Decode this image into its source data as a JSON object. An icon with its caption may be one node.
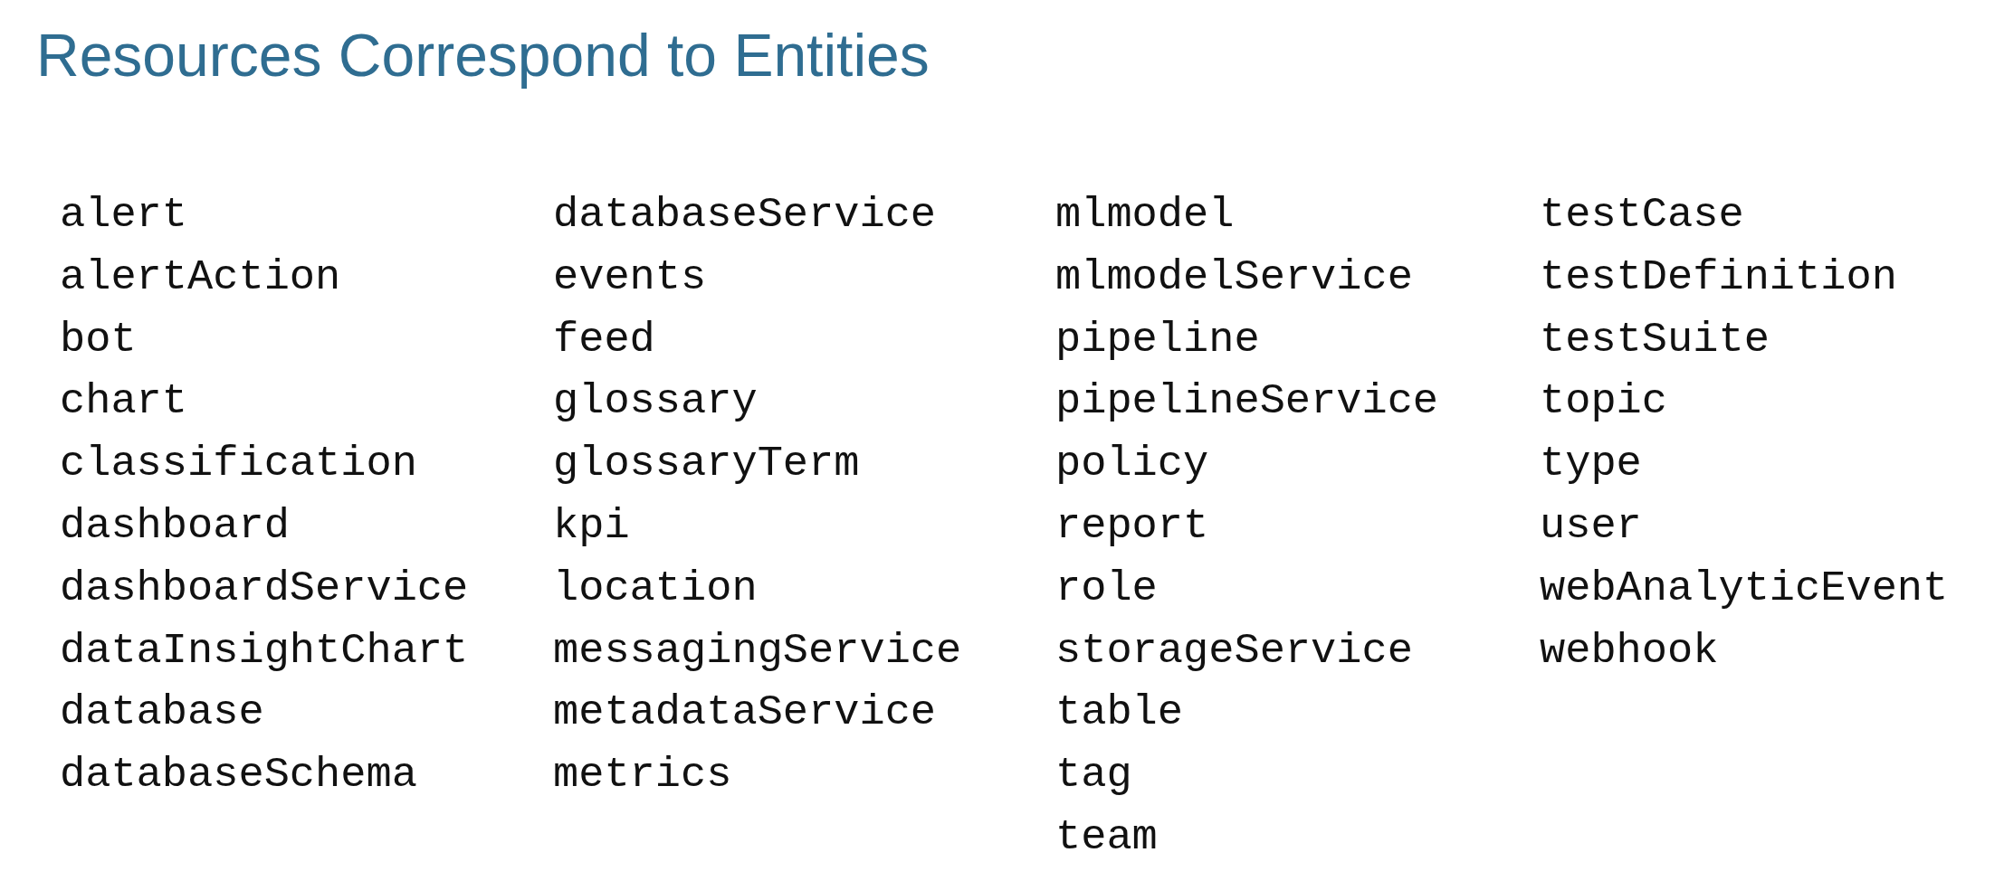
{
  "diagram": {
    "title": "Resources Correspond to Entities",
    "labels": [
      "alert",
      "alertAction",
      "bot",
      "chart",
      "classification",
      "dashboard",
      "dashboardService",
      "dataInsightChart",
      "database",
      "databaseSchema",
      "databaseService",
      "events",
      "feed",
      "glossary",
      "glossaryTerm",
      "kpi",
      "location",
      "messagingService",
      "metadataService",
      "metrics",
      "mlmodel",
      "mlmodelService",
      "pipeline",
      "pipelineService",
      "policy",
      "report",
      "role",
      "storageService",
      "table",
      "tag",
      "team",
      "testCase",
      "testDefinition",
      "testSuite",
      "topic",
      "type",
      "user",
      "webAnalyticEvent",
      "webhook"
    ]
  }
}
